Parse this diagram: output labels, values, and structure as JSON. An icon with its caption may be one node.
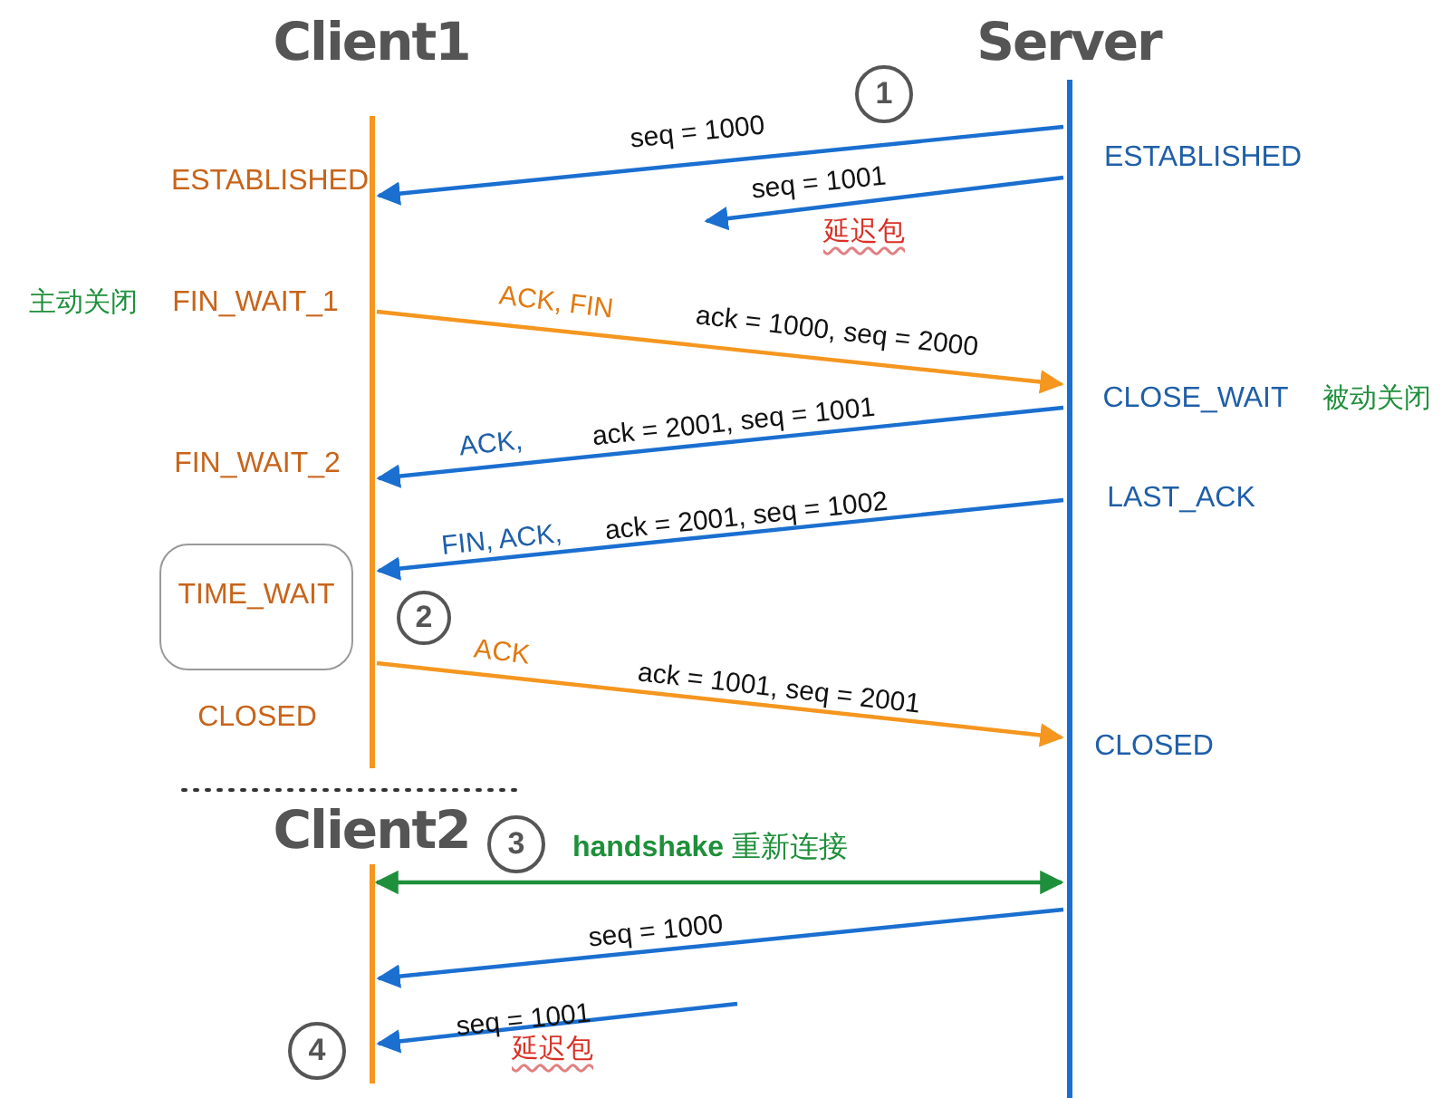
{
  "diagram": {
    "nodes": [
      {
        "text": [
          "Client1"
        ]
      },
      {
        "text": [
          "Server"
        ]
      },
      {
        "text": [
          "1"
        ]
      },
      {
        "text": [
          "TIME_WAIT"
        ]
      },
      {
        "text": [
          "2"
        ]
      },
      {
        "text": [
          "Client2"
        ]
      },
      {
        "text": [
          "3"
        ]
      },
      {
        "text": [
          "4"
        ]
      }
    ],
    "edges": [
      {
        "from": 1,
        "to": 0,
        "arrow": "to",
        "label": "seq = 1000"
      },
      {
        "from": 1,
        "to": null,
        "arrow": "to",
        "label": "seq = 1001"
      },
      {
        "from": 0,
        "to": 1,
        "arrow": "to",
        "label": "ack = 1000, seq = 2000",
        "color": "#f5961f"
      },
      {
        "from": 1,
        "to": 0,
        "arrow": "to",
        "label": "ack = 2001, seq = 1001"
      },
      {
        "from": 1,
        "to": 0,
        "arrow": "to",
        "label": "ack = 2001, seq = 1002"
      },
      {
        "from": 0,
        "to": 1,
        "arrow": "to",
        "label": "ack = 1001, seq = 2001",
        "color": "#f5961f"
      },
      {
        "from": 5,
        "to": 1,
        "arrow": "both",
        "label": "**handshake** 重新连接",
        "color": "#1e8f3a"
      },
      {
        "from": 1,
        "to": 5,
        "arrow": "to",
        "label": "seq = 1000"
      },
      {
        "from": null,
        "to": 5,
        "arrow": "to",
        "label": "seq = 1001"
      }
    ],
    "labels": [
      "ESTABLISHED",
      "ESTABLISHED",
      "延迟包",
      "主动关闭",
      "FIN_WAIT_1",
      "ACK, FIN",
      "CLOSE_WAIT",
      "被动关闭",
      "ACK,",
      "FIN_WAIT_2",
      "LAST_ACK",
      "FIN, ACK,",
      "ACK",
      "CLOSED",
      "CLOSED",
      "延迟包"
    ]
  }
}
